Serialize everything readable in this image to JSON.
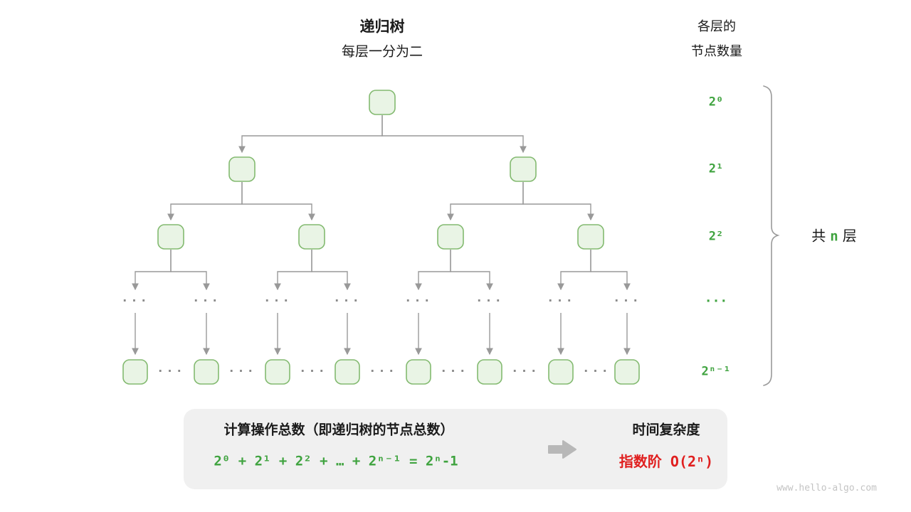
{
  "header": {
    "title": "递归树",
    "subtitle": "每层一分为二",
    "right_line1": "各层的",
    "right_line2": "节点数量"
  },
  "levels": {
    "labels": [
      "2⁰",
      "2¹",
      "2²",
      "···",
      "2ⁿ⁻¹"
    ],
    "node_counts": [
      1,
      2,
      4,
      8
    ]
  },
  "ellipsis": "···",
  "brace": {
    "prefix": "共",
    "n": "n",
    "suffix": "层"
  },
  "summary": {
    "ops_title": "计算操作总数（即递归树的节点总数）",
    "formula": "2⁰ + 2¹ + 2² + … + 2ⁿ⁻¹ = 2ⁿ-1",
    "complexity_title": "时间复杂度",
    "complexity_value": "指数阶 O(2ⁿ)"
  },
  "watermark": "www.hello-algo.com",
  "colors": {
    "node_fill": "#e9f4e5",
    "node_border": "#83ba70",
    "edge": "#999999",
    "green_text": "#3fa33f",
    "red_text": "#e01f1f",
    "panel_bg": "#f0f0f0",
    "dots": "#8b8b8b"
  }
}
